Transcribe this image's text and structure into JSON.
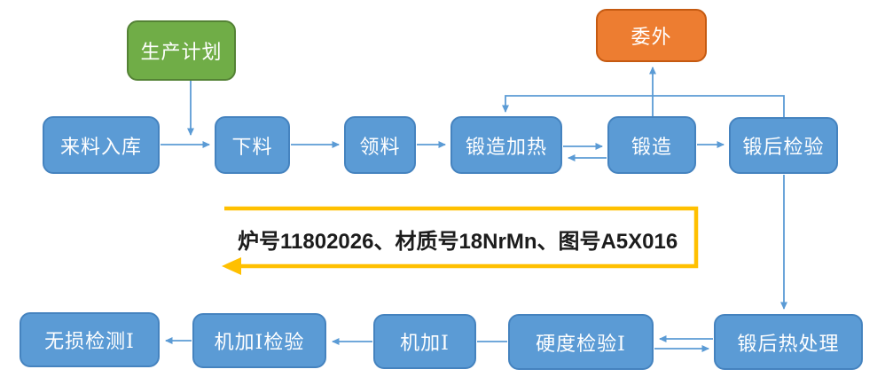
{
  "diagram": {
    "type": "flowchart",
    "nodes": {
      "production_plan": {
        "label": "生产计划",
        "fill": "#70AD47"
      },
      "outsourcing": {
        "label": "委外",
        "fill": "#ED7D31"
      },
      "incoming_storage": {
        "label": "来料入库",
        "fill": "#5B9BD5"
      },
      "cutting": {
        "label": "下料",
        "fill": "#5B9BD5"
      },
      "picking": {
        "label": "领料",
        "fill": "#5B9BD5"
      },
      "forging_heating": {
        "label": "锻造加热",
        "fill": "#5B9BD5"
      },
      "forging": {
        "label": "锻造",
        "fill": "#5B9BD5"
      },
      "post_forging_inspection": {
        "label": "锻后检验",
        "fill": "#5B9BD5"
      },
      "post_forging_heat_treatment": {
        "label": "锻后热处理",
        "fill": "#5B9BD5"
      },
      "hardness_inspection_1": {
        "label": "硬度检验Ⅰ",
        "fill": "#5B9BD5"
      },
      "machining_1": {
        "label": "机加Ⅰ",
        "fill": "#5B9BD5"
      },
      "machining_1_inspection": {
        "label": "机加Ⅰ检验",
        "fill": "#5B9BD5"
      },
      "ndt_1": {
        "label": "无损检测Ⅰ",
        "fill": "#5B9BD5"
      }
    },
    "edges": [
      {
        "from": "production_plan",
        "to": "cutting",
        "type": "arrow"
      },
      {
        "from": "incoming_storage",
        "to": "cutting",
        "type": "arrow"
      },
      {
        "from": "cutting",
        "to": "picking",
        "type": "arrow"
      },
      {
        "from": "picking",
        "to": "forging_heating",
        "type": "arrow"
      },
      {
        "from": "forging_heating",
        "to": "forging",
        "type": "arrow"
      },
      {
        "from": "forging",
        "to": "forging_heating",
        "type": "arrow"
      },
      {
        "from": "forging",
        "to": "outsourcing",
        "type": "arrow"
      },
      {
        "from": "forging",
        "to": "post_forging_inspection",
        "type": "arrow"
      },
      {
        "from": "post_forging_inspection",
        "to": "forging_heating",
        "type": "arrow-elbow"
      },
      {
        "from": "post_forging_inspection",
        "to": "post_forging_heat_treatment",
        "type": "arrow"
      },
      {
        "from": "post_forging_heat_treatment",
        "to": "hardness_inspection_1",
        "type": "arrow"
      },
      {
        "from": "hardness_inspection_1",
        "to": "post_forging_heat_treatment",
        "type": "arrow"
      },
      {
        "from": "hardness_inspection_1",
        "to": "machining_1",
        "type": "line"
      },
      {
        "from": "machining_1",
        "to": "machining_1_inspection",
        "type": "arrow"
      },
      {
        "from": "machining_1_inspection",
        "to": "ndt_1",
        "type": "arrow"
      }
    ],
    "banner": {
      "text": "炉号11802026、材质号18NrMn、图号A5X016",
      "arrow_color": "#FFC000",
      "text_color": "#1c1c1c"
    },
    "colors": {
      "process_fill": "#5B9BD5",
      "process_border": "#4583BF",
      "plan_fill": "#70AD47",
      "plan_border": "#548235",
      "outsourcing_fill": "#ED7D31",
      "outsourcing_border": "#C55A11",
      "connector": "#5B9BD5",
      "node_text": "#FFFFFF",
      "background": "#FFFFFF"
    }
  }
}
